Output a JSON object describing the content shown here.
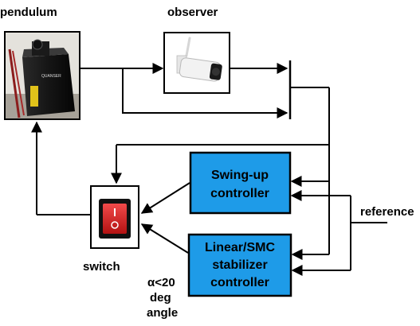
{
  "labels": {
    "pendulum": "pendulum",
    "observer": "observer",
    "switch": "switch",
    "reference": "reference",
    "condition_line1": "α<20",
    "condition_line2": "deg",
    "condition_line3": "angle"
  },
  "blocks": {
    "swing_up": {
      "line1": "Swing-up",
      "line2": "controller"
    },
    "stabilizer": {
      "line1": "Linear/SMC",
      "line2": "stabilizer",
      "line3": "controller"
    }
  },
  "colors": {
    "controller_fill": "#1e9be8",
    "line": "#000000",
    "switch_red": "#d81e1e"
  },
  "pendulum_device": {
    "brand": "QUANSER"
  },
  "icons": [
    "pendulum-photo",
    "camera-icon",
    "rocker-switch-icon"
  ]
}
